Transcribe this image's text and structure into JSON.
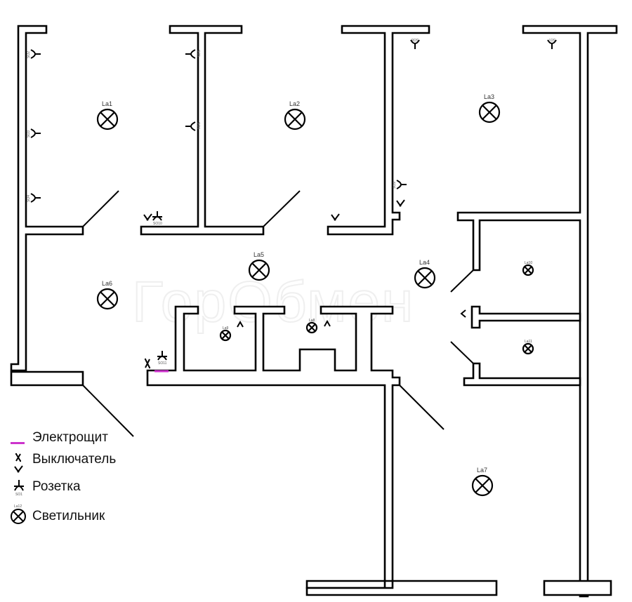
{
  "watermark": "ГорОбмен",
  "colors": {
    "wall": "#000000",
    "panel": "#cc33cc",
    "background": "#ffffff"
  },
  "lamps": [
    {
      "id": "La1"
    },
    {
      "id": "La2"
    },
    {
      "id": "La3"
    },
    {
      "id": "La4"
    },
    {
      "id": "La5"
    },
    {
      "id": "La6"
    },
    {
      "id": "La7"
    },
    {
      "id": "La8"
    },
    {
      "id": "La9"
    },
    {
      "id": "La10"
    },
    {
      "id": "La11"
    }
  ],
  "sockets": [
    {
      "id": "SO1"
    },
    {
      "id": "SO2"
    },
    {
      "id": "SO3"
    },
    {
      "id": "SO4"
    },
    {
      "id": "SO5"
    },
    {
      "id": "SO6"
    },
    {
      "id": "SO7"
    },
    {
      "id": "SO8"
    },
    {
      "id": "SO9"
    },
    {
      "id": "SO10"
    },
    {
      "id": "SO11"
    }
  ],
  "legend": [
    {
      "icon": "electrical-panel",
      "label": "Электрощит"
    },
    {
      "icon": "switch",
      "label": "Выключатель"
    },
    {
      "icon": "socket",
      "label": "Розетка",
      "sample_tag": "SO1"
    },
    {
      "icon": "lamp",
      "label": "Светильник",
      "sample_tag": "La12"
    }
  ]
}
